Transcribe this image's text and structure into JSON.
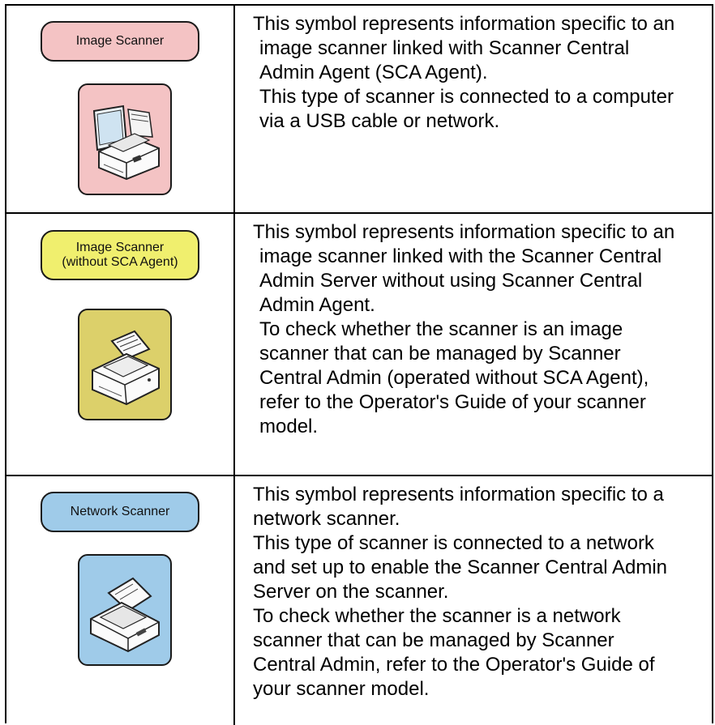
{
  "rows": [
    {
      "badge_label": "Image Scanner",
      "badge_color": "#f4c3c4",
      "card_color": "#f4c3c4",
      "icon": "image-scanner-icon",
      "lines": [
        "This symbol represents information specific to an",
        "image scanner linked with Scanner Central",
        "Admin Agent (SCA Agent).",
        "This type of scanner is connected to a computer",
        "via a USB cable or network."
      ]
    },
    {
      "badge_label": "Image Scanner\n(without SCA Agent)",
      "badge_color": "#f0ef6e",
      "card_color": "#dcd06a",
      "icon": "scanner-without-agent-icon",
      "lines": [
        "This symbol represents information specific to an",
        "image scanner linked with the Scanner Central",
        "Admin Server without using Scanner Central",
        "Admin Agent.",
        "To check whether the scanner is an image",
        "scanner that can be managed by Scanner",
        "Central Admin (operated without SCA Agent),",
        "refer to the Operator's Guide of your scanner",
        "model."
      ]
    },
    {
      "badge_label": "Network Scanner",
      "badge_color": "#9fcbe9",
      "card_color": "#9fcbe9",
      "icon": "network-scanner-icon",
      "lines": [
        "This symbol represents information specific to a",
        "network scanner.",
        "This type of scanner is connected to a network",
        "and set up to enable the Scanner Central Admin",
        "Server on the scanner.",
        "To check whether the scanner is a network",
        "scanner that can be managed by Scanner",
        "Central Admin, refer to the Operator's Guide of",
        "your scanner model."
      ]
    }
  ]
}
